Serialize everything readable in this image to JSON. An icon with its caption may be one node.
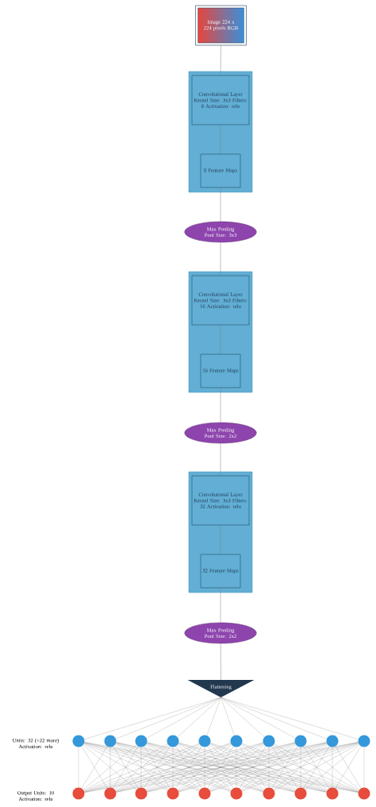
{
  "diagram": {
    "nodes": [
      {
        "text": [
          "Image 224 x 224 pixels RGB"
        ]
      },
      {
        "text": [],
        "shape": "box"
      },
      {
        "text": [
          "Convolutional Layer Kernel Size: 3x3 Filters: 8 Activation: relu"
        ],
        "in": 1
      },
      {
        "text": [
          "8 Feature Maps"
        ],
        "in": 1
      },
      {
        "text": [
          "Max Pooling Pool Size: 3x3"
        ]
      },
      {
        "text": [],
        "shape": "box"
      },
      {
        "text": [
          "Convolutional Layer Kernel Size: 3x3 Filters: 16 Activation: relu"
        ],
        "in": 5
      },
      {
        "text": [
          "16 Feature Maps"
        ],
        "in": 5
      },
      {
        "text": [
          "Max Pooling Pool Size: 2x2"
        ]
      },
      {
        "text": [],
        "shape": "box"
      },
      {
        "text": [
          "Convolutional Layer Kernel Size: 3x3 Filters: 32 Activation: relu"
        ],
        "in": 9
      },
      {
        "text": [
          "32 Feature Maps"
        ],
        "in": 9
      },
      {
        "text": [
          "Max Pooling Pool Size: 2x2"
        ]
      },
      {
        "text": [
          "Flattening"
        ]
      },
      {
        "text": [],
        "shape": "circle"
      },
      {
        "text": [],
        "shape": "circle"
      },
      {
        "text": [],
        "shape": "circle"
      },
      {
        "text": [],
        "shape": "circle"
      },
      {
        "text": [],
        "shape": "circle"
      },
      {
        "text": [],
        "shape": "circle"
      },
      {
        "text": [],
        "shape": "circle"
      },
      {
        "text": [],
        "shape": "circle"
      },
      {
        "text": [],
        "shape": "circle"
      },
      {
        "text": [],
        "shape": "circle"
      },
      {
        "text": [],
        "shape": "circle"
      },
      {
        "text": [],
        "shape": "circle"
      },
      {
        "text": [],
        "shape": "circle"
      },
      {
        "text": [],
        "shape": "circle"
      },
      {
        "text": [],
        "shape": "circle"
      },
      {
        "text": [],
        "shape": "circle"
      },
      {
        "text": [],
        "shape": "circle"
      },
      {
        "text": [],
        "shape": "circle"
      },
      {
        "text": [],
        "shape": "circle"
      },
      {
        "text": [],
        "shape": "circle"
      }
    ],
    "edges": [
      {
        "from": 0,
        "to": 2,
        "arrow": "none"
      },
      {
        "from": 2,
        "to": 3,
        "arrow": "none"
      },
      {
        "from": 3,
        "to": 4,
        "arrow": "none"
      },
      {
        "from": 4,
        "to": 6,
        "arrow": "none"
      },
      {
        "from": 6,
        "to": 7,
        "arrow": "none"
      },
      {
        "from": 7,
        "to": 8,
        "arrow": "none"
      },
      {
        "from": 8,
        "to": 10,
        "arrow": "none"
      },
      {
        "from": 10,
        "to": 11,
        "arrow": "none"
      },
      {
        "from": 11,
        "to": 12,
        "arrow": "none"
      },
      {
        "from": 12,
        "to": 13,
        "arrow": "none"
      },
      {
        "from": 13,
        "to": 14,
        "arrow": "none"
      },
      {
        "from": 13,
        "to": 15,
        "arrow": "none"
      },
      {
        "from": 13,
        "to": 16,
        "arrow": "none"
      },
      {
        "from": 13,
        "to": 17,
        "arrow": "none"
      },
      {
        "from": 13,
        "to": 18,
        "arrow": "none"
      },
      {
        "from": 13,
        "to": 19,
        "arrow": "none"
      },
      {
        "from": 13,
        "to": 20,
        "arrow": "none"
      },
      {
        "from": 13,
        "to": 21,
        "arrow": "none"
      },
      {
        "from": 13,
        "to": 22,
        "arrow": "none"
      },
      {
        "from": 13,
        "to": 23,
        "arrow": "none"
      },
      {
        "from": 14,
        "to": 24,
        "arrow": "none"
      },
      {
        "from": 14,
        "to": 25,
        "arrow": "none"
      },
      {
        "from": 14,
        "to": 26,
        "arrow": "none"
      },
      {
        "from": 14,
        "to": 27,
        "arrow": "none"
      },
      {
        "from": 14,
        "to": 28,
        "arrow": "none"
      },
      {
        "from": 14,
        "to": 29,
        "arrow": "none"
      },
      {
        "from": 14,
        "to": 30,
        "arrow": "none"
      },
      {
        "from": 14,
        "to": 31,
        "arrow": "none"
      },
      {
        "from": 14,
        "to": 32,
        "arrow": "none"
      },
      {
        "from": 14,
        "to": 33,
        "arrow": "none"
      },
      {
        "from": 15,
        "to": 24,
        "arrow": "none"
      },
      {
        "from": 15,
        "to": 25,
        "arrow": "none"
      },
      {
        "from": 15,
        "to": 26,
        "arrow": "none"
      },
      {
        "from": 15,
        "to": 27,
        "arrow": "none"
      },
      {
        "from": 15,
        "to": 28,
        "arrow": "none"
      },
      {
        "from": 15,
        "to": 29,
        "arrow": "none"
      },
      {
        "from": 15,
        "to": 30,
        "arrow": "none"
      },
      {
        "from": 15,
        "to": 31,
        "arrow": "none"
      },
      {
        "from": 15,
        "to": 32,
        "arrow": "none"
      },
      {
        "from": 15,
        "to": 33,
        "arrow": "none"
      },
      {
        "from": 16,
        "to": 24,
        "arrow": "none"
      },
      {
        "from": 16,
        "to": 25,
        "arrow": "none"
      },
      {
        "from": 16,
        "to": 26,
        "arrow": "none"
      },
      {
        "from": 16,
        "to": 27,
        "arrow": "none"
      },
      {
        "from": 16,
        "to": 28,
        "arrow": "none"
      },
      {
        "from": 16,
        "to": 29,
        "arrow": "none"
      },
      {
        "from": 16,
        "to": 30,
        "arrow": "none"
      },
      {
        "from": 16,
        "to": 31,
        "arrow": "none"
      },
      {
        "from": 16,
        "to": 32,
        "arrow": "none"
      },
      {
        "from": 16,
        "to": 33,
        "arrow": "none"
      },
      {
        "from": 17,
        "to": 24,
        "arrow": "none"
      },
      {
        "from": 17,
        "to": 25,
        "arrow": "none"
      },
      {
        "from": 17,
        "to": 26,
        "arrow": "none"
      },
      {
        "from": 17,
        "to": 27,
        "arrow": "none"
      },
      {
        "from": 17,
        "to": 28,
        "arrow": "none"
      },
      {
        "from": 17,
        "to": 29,
        "arrow": "none"
      },
      {
        "from": 17,
        "to": 30,
        "arrow": "none"
      },
      {
        "from": 17,
        "to": 31,
        "arrow": "none"
      },
      {
        "from": 17,
        "to": 32,
        "arrow": "none"
      },
      {
        "from": 17,
        "to": 33,
        "arrow": "none"
      },
      {
        "from": 18,
        "to": 24,
        "arrow": "none"
      },
      {
        "from": 18,
        "to": 25,
        "arrow": "none"
      },
      {
        "from": 18,
        "to": 26,
        "arrow": "none"
      },
      {
        "from": 18,
        "to": 27,
        "arrow": "none"
      },
      {
        "from": 18,
        "to": 28,
        "arrow": "none"
      },
      {
        "from": 18,
        "to": 29,
        "arrow": "none"
      },
      {
        "from": 18,
        "to": 30,
        "arrow": "none"
      },
      {
        "from": 18,
        "to": 31,
        "arrow": "none"
      },
      {
        "from": 18,
        "to": 32,
        "arrow": "none"
      },
      {
        "from": 18,
        "to": 33,
        "arrow": "none"
      },
      {
        "from": 19,
        "to": 24,
        "arrow": "none"
      },
      {
        "from": 19,
        "to": 25,
        "arrow": "none"
      },
      {
        "from": 19,
        "to": 26,
        "arrow": "none"
      },
      {
        "from": 19,
        "to": 27,
        "arrow": "none"
      },
      {
        "from": 19,
        "to": 28,
        "arrow": "none"
      },
      {
        "from": 19,
        "to": 29,
        "arrow": "none"
      },
      {
        "from": 19,
        "to": 30,
        "arrow": "none"
      },
      {
        "from": 19,
        "to": 31,
        "arrow": "none"
      },
      {
        "from": 19,
        "to": 32,
        "arrow": "none"
      },
      {
        "from": 19,
        "to": 33,
        "arrow": "none"
      },
      {
        "from": 20,
        "to": 24,
        "arrow": "none"
      },
      {
        "from": 20,
        "to": 25,
        "arrow": "none"
      },
      {
        "from": 20,
        "to": 26,
        "arrow": "none"
      },
      {
        "from": 20,
        "to": 27,
        "arrow": "none"
      },
      {
        "from": 20,
        "to": 28,
        "arrow": "none"
      },
      {
        "from": 20,
        "to": 29,
        "arrow": "none"
      },
      {
        "from": 20,
        "to": 30,
        "arrow": "none"
      },
      {
        "from": 20,
        "to": 31,
        "arrow": "none"
      },
      {
        "from": 20,
        "to": 32,
        "arrow": "none"
      },
      {
        "from": 20,
        "to": 33,
        "arrow": "none"
      },
      {
        "from": 21,
        "to": 24,
        "arrow": "none"
      },
      {
        "from": 21,
        "to": 25,
        "arrow": "none"
      },
      {
        "from": 21,
        "to": 26,
        "arrow": "none"
      },
      {
        "from": 21,
        "to": 27,
        "arrow": "none"
      },
      {
        "from": 21,
        "to": 28,
        "arrow": "none"
      },
      {
        "from": 21,
        "to": 29,
        "arrow": "none"
      },
      {
        "from": 21,
        "to": 30,
        "arrow": "none"
      },
      {
        "from": 21,
        "to": 31,
        "arrow": "none"
      },
      {
        "from": 21,
        "to": 32,
        "arrow": "none"
      },
      {
        "from": 21,
        "to": 33,
        "arrow": "none"
      },
      {
        "from": 22,
        "to": 24,
        "arrow": "none"
      },
      {
        "from": 22,
        "to": 25,
        "arrow": "none"
      },
      {
        "from": 22,
        "to": 26,
        "arrow": "none"
      },
      {
        "from": 22,
        "to": 27,
        "arrow": "none"
      },
      {
        "from": 22,
        "to": 28,
        "arrow": "none"
      },
      {
        "from": 22,
        "to": 29,
        "arrow": "none"
      },
      {
        "from": 22,
        "to": 30,
        "arrow": "none"
      },
      {
        "from": 22,
        "to": 31,
        "arrow": "none"
      },
      {
        "from": 22,
        "to": 32,
        "arrow": "none"
      },
      {
        "from": 22,
        "to": 33,
        "arrow": "none"
      },
      {
        "from": 23,
        "to": 24,
        "arrow": "none"
      },
      {
        "from": 23,
        "to": 25,
        "arrow": "none"
      },
      {
        "from": 23,
        "to": 26,
        "arrow": "none"
      },
      {
        "from": 23,
        "to": 27,
        "arrow": "none"
      },
      {
        "from": 23,
        "to": 28,
        "arrow": "none"
      },
      {
        "from": 23,
        "to": 29,
        "arrow": "none"
      },
      {
        "from": 23,
        "to": 30,
        "arrow": "none"
      },
      {
        "from": 23,
        "to": 31,
        "arrow": "none"
      },
      {
        "from": 23,
        "to": 32,
        "arrow": "none"
      },
      {
        "from": 23,
        "to": 33,
        "arrow": "none"
      }
    ],
    "labels": [
      "Units: 32 (+22 more) Activation: relu",
      "Output Units: 10 Activation: relu"
    ]
  }
}
